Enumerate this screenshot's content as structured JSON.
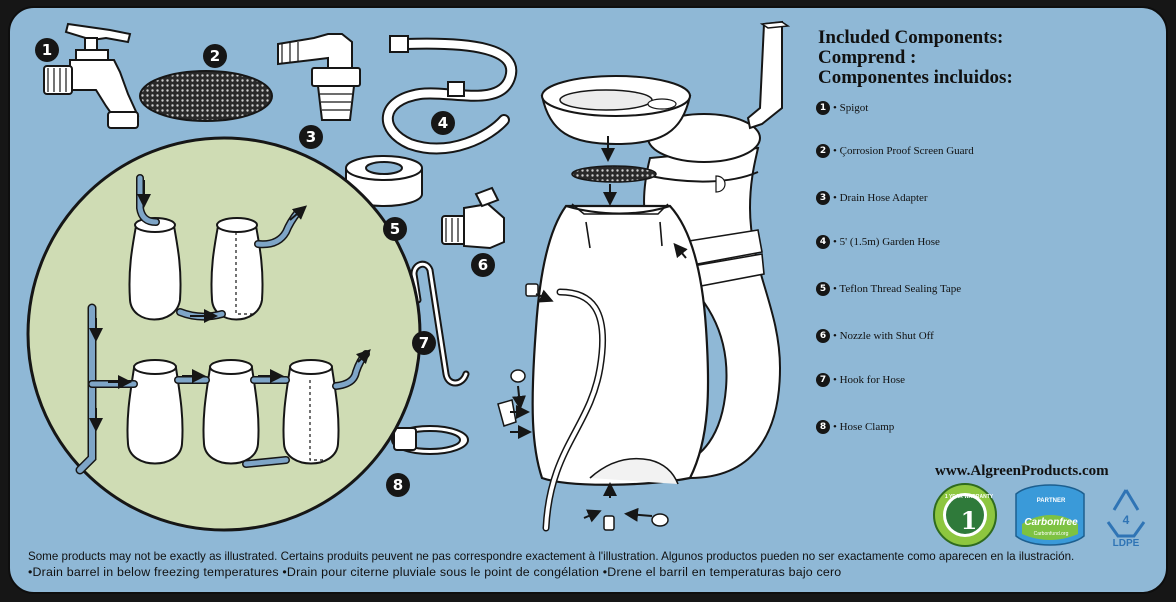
{
  "heading": {
    "line1": "Included Components:",
    "line2": "Comprend :",
    "line3": "Componentes incluidos:"
  },
  "callouts": [
    "1",
    "2",
    "3",
    "4",
    "5",
    "6",
    "7",
    "8"
  ],
  "components": [
    {
      "number": "1",
      "label": "• Spigot"
    },
    {
      "number": "2",
      "label": "• Çorrosion Proof Screen Guard"
    },
    {
      "number": "3",
      "label": "• Drain Hose Adapter"
    },
    {
      "number": "4",
      "label": "• 5' (1.5m) Garden Hose"
    },
    {
      "number": "5",
      "label": "• Teflon Thread Sealing Tape"
    },
    {
      "number": "6",
      "label": "• Nozzle with Shut Off"
    },
    {
      "number": "7",
      "label": "• Hook for Hose"
    },
    {
      "number": "8",
      "label": "• Hose Clamp"
    }
  ],
  "website": "www.AlgreenProducts.com",
  "badges": {
    "warranty": {
      "number": "1",
      "text": "1 YEAR WARRANTY"
    },
    "carbon": {
      "top": "PARTNER",
      "main": "Carbonfree",
      "bottom": "Carbonfund.org"
    },
    "ldpe": {
      "number": "4",
      "label": "LDPE"
    }
  },
  "notice": {
    "line1": "Some products may not be exactly as illustrated. Certains produits peuvent ne pas correspondre exactement à l'illustration.  Algunos productos pueden no ser exactamente como aparecen en la ilustración.",
    "line2": "•Drain barrel in below freezing temperatures •Drain pour citerne pluviale sous le point de congélation  •Drene el barril en temperaturas bajo cero"
  },
  "colors": {
    "panel": "#8fb8d6",
    "circle": "#cfdcb4",
    "barrel": "#ffffff",
    "hose": "#7ea5c7",
    "outline": "#161616"
  }
}
